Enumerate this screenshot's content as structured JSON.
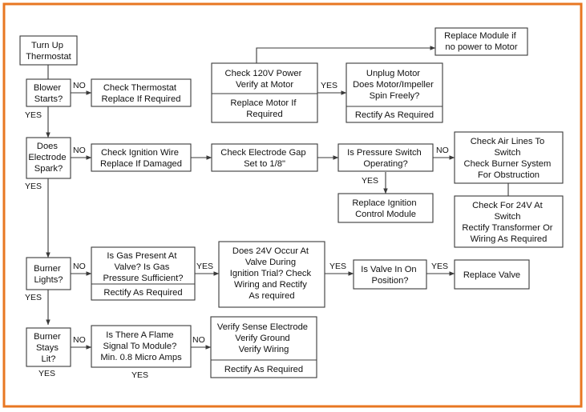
{
  "colors": {
    "frame": "#e87722",
    "line": "#3a3a3a",
    "text": "#111111"
  },
  "nodes": {
    "turn_up_thermostat": [
      "Turn Up",
      "Thermostat"
    ],
    "blower_starts": [
      "Blower",
      "Starts?"
    ],
    "check_thermostat": [
      "Check Thermostat",
      "Replace If Required"
    ],
    "check_120v": [
      "Check 120V Power",
      "Verify at Motor"
    ],
    "replace_motor": [
      "Replace Motor If",
      "Required"
    ],
    "replace_module": [
      "Replace Module if",
      "no power to Motor"
    ],
    "unplug_motor": [
      "Unplug Motor",
      "Does Motor/Impeller",
      "Spin Freely?"
    ],
    "rectify_1": [
      "Rectify As Required"
    ],
    "does_electrode_spark": [
      "Does",
      "Electrode",
      "Spark?"
    ],
    "check_ignition_wire": [
      "Check Ignition Wire",
      "Replace If Damaged"
    ],
    "check_electrode_gap": [
      "Check Electrode Gap",
      "Set to 1/8\""
    ],
    "pressure_switch": [
      "Is Pressure Switch",
      "Operating?"
    ],
    "replace_ignition": [
      "Replace Ignition",
      "Control Module"
    ],
    "check_air_lines": [
      "Check Air Lines To",
      "Switch",
      "Check Burner System",
      "For Obstruction"
    ],
    "check_24v_switch": [
      "Check For 24V At",
      "Switch",
      "Rectify Transformer Or",
      "Wiring As Required"
    ],
    "burner_lights": [
      "Burner",
      "Lights?"
    ],
    "gas_present": [
      "Is Gas Present At",
      "Valve? Is Gas",
      "Pressure Sufficient?"
    ],
    "rectify_2": [
      "Rectify As Required"
    ],
    "does_24v_occur": [
      "Does 24V Occur At",
      "Valve During",
      "Ignition Trial? Check",
      "Wiring and Rectify",
      "As required"
    ],
    "valve_in_on": [
      "Is Valve In On",
      "Position?"
    ],
    "replace_valve": [
      "Replace Valve"
    ],
    "burner_stays_lit": [
      "Burner",
      "Stays",
      "Lit?"
    ],
    "flame_signal": [
      "Is There A Flame",
      "Signal To Module?",
      "Min. 0.8 Micro Amps"
    ],
    "verify_sense": [
      "Verify Sense Electrode",
      "Verify Ground",
      "Verify Wiring"
    ],
    "rectify_3": [
      "Rectify As Required"
    ]
  },
  "edge_labels": {
    "no_blower": "NO",
    "yes_blower": "YES",
    "yes_120v": "YES",
    "no_spark": "NO",
    "yes_spark": "YES",
    "no_pressure": "NO",
    "yes_pressure": "YES",
    "no_burner": "NO",
    "yes_burner": "YES",
    "yes_gas": "YES",
    "yes_24v": "YES",
    "yes_valve": "YES",
    "no_stays": "NO",
    "yes_stays": "YES",
    "no_flame": "NO",
    "yes_flame": "YES"
  }
}
